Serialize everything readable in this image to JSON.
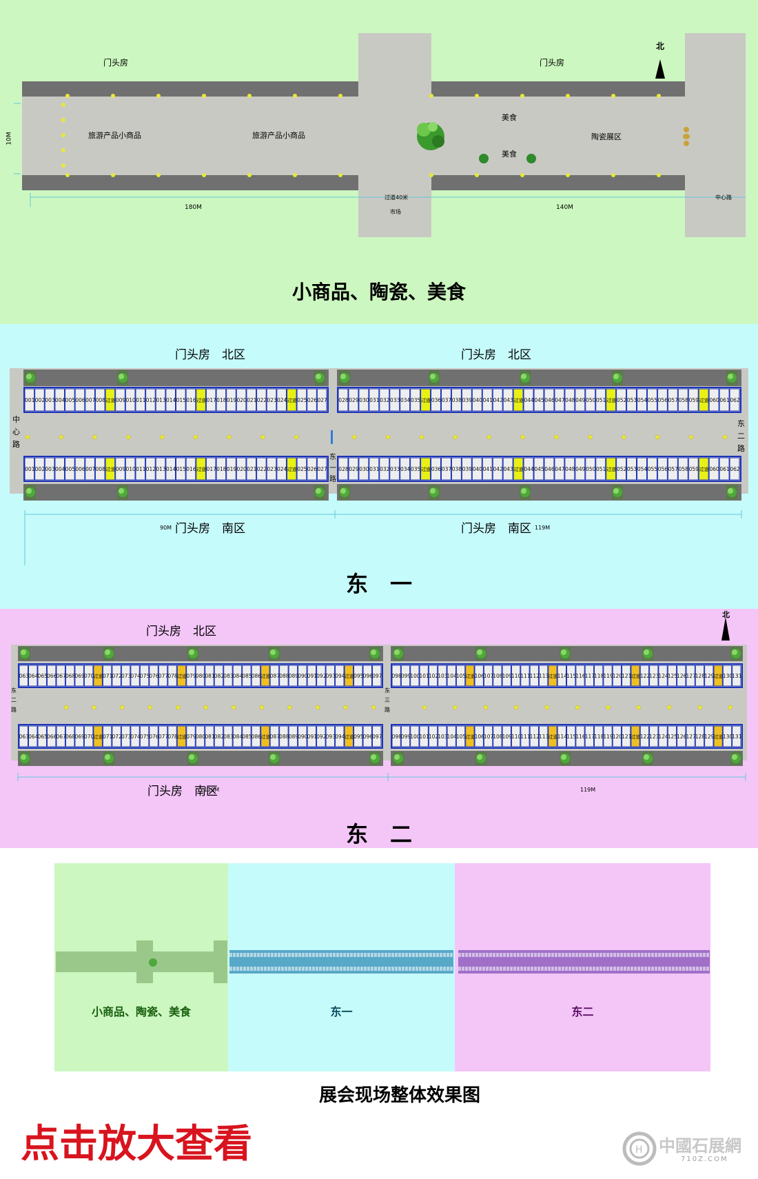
{
  "colors": {
    "green_bg": "#ccf7c0",
    "cyan_bg": "#c6fbfb",
    "pink_bg": "#f4c6f8",
    "road": "#c9c9c4",
    "strip": "#707070",
    "booth_border": "#1c34b8",
    "booth_fill": "#eeeeee",
    "passage_yellow": "#e8f016",
    "passage_gold": "#f0c020",
    "dot": "#e8e838",
    "title_red": "#d8141e"
  },
  "section1": {
    "label_left_house": "门头房",
    "label_right_house": "门头房",
    "north": "北",
    "zone_left": "旅游产品小商品",
    "zone_mid": "旅游产品小商品",
    "food_top": "美食",
    "food_bottom": "美食",
    "ceramics": "陶瓷展区",
    "width_label": "10M",
    "len_left": "180M",
    "len_right": "140M",
    "pass_label": "过道40米",
    "market_label": "市场",
    "center_road": "中心路",
    "title": "小商品、陶瓷、美食"
  },
  "section2": {
    "north_left": "门头房　北区",
    "north_right": "门头房　北区",
    "south_left": "门头房　南区",
    "south_right": "门头房　南区",
    "dim_left": "90M",
    "dim_right": "119M",
    "road_left": "中心路",
    "road_mid": "东一路",
    "road_right": "东二路",
    "title": "东　一",
    "left_booths": [
      "001",
      "002",
      "003",
      "004",
      "005",
      "006",
      "007",
      "008",
      "过道",
      "009",
      "010",
      "011",
      "012",
      "013",
      "014",
      "015",
      "016",
      "过道",
      "017",
      "018",
      "019",
      "020",
      "021",
      "022",
      "023",
      "024",
      "过道",
      "025",
      "026",
      "027"
    ],
    "right_booths": [
      "028",
      "029",
      "030",
      "031",
      "032",
      "033",
      "034",
      "035",
      "过道",
      "036",
      "037",
      "038",
      "039",
      "040",
      "041",
      "042",
      "043",
      "过道",
      "044",
      "045",
      "046",
      "047",
      "048",
      "049",
      "050",
      "051",
      "过道",
      "052",
      "053",
      "054",
      "055",
      "056",
      "057",
      "058",
      "059",
      "过道",
      "060",
      "061",
      "062"
    ]
  },
  "section3": {
    "north_left": "门头房　北区",
    "south_left": "门头房　南区",
    "dim_left": "119M",
    "dim_right": "119M",
    "north": "北",
    "road_left": "东二路",
    "road_mid": "东三路",
    "title": "东　二",
    "left_booths": [
      "063",
      "064",
      "065",
      "066",
      "067",
      "068",
      "069",
      "070",
      "过道",
      "071",
      "072",
      "073",
      "074",
      "075",
      "076",
      "077",
      "078",
      "过道",
      "079",
      "080",
      "081",
      "082",
      "083",
      "084",
      "085",
      "086",
      "过道",
      "087",
      "088",
      "089",
      "090",
      "091",
      "092",
      "093",
      "094",
      "过道",
      "095",
      "096",
      "097"
    ],
    "right_booths": [
      "098",
      "099",
      "100",
      "101",
      "102",
      "103",
      "104",
      "105",
      "过道",
      "106",
      "107",
      "108",
      "109",
      "110",
      "111",
      "112",
      "113",
      "过道",
      "114",
      "115",
      "116",
      "117",
      "118",
      "119",
      "120",
      "121",
      "过道",
      "122",
      "123",
      "124",
      "125",
      "126",
      "127",
      "128",
      "129",
      "过道",
      "130",
      "131"
    ]
  },
  "overview": {
    "panel1": "小商品、陶瓷、美食",
    "panel2": "东一",
    "panel3": "东二",
    "caption": "展会现场整体效果图"
  },
  "footer": {
    "click_text": "点击放大查看",
    "logo_text": "中國石展網",
    "logo_url": "710Z.COM"
  }
}
